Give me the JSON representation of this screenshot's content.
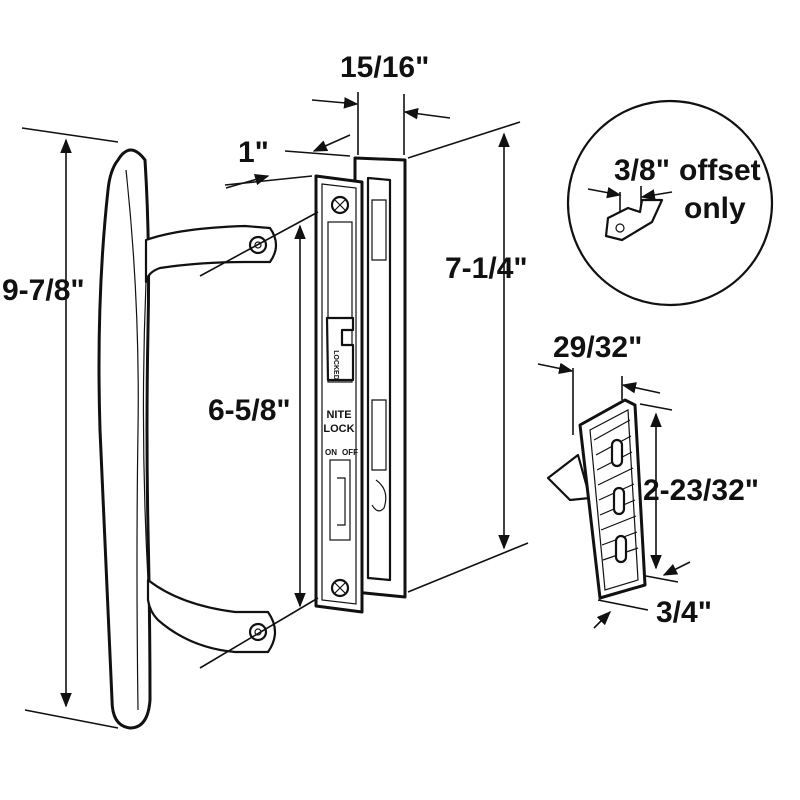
{
  "dimensions": {
    "handle_length": "9-7/8\"",
    "hole_spacing": "6-5/8\"",
    "plate_projection": "1\"",
    "plate_width": "15/16\"",
    "plate_length": "7-1/4\"",
    "keeper_width": "29/32\"",
    "keeper_length": "2-23/32\"",
    "keeper_depth": "3/4\"",
    "offset_value": "3/8\"",
    "offset_word": "offset",
    "offset_note": "only"
  },
  "plate_labels": {
    "locked": "LOCKED",
    "nite": "NITE",
    "lock": "LOCK",
    "on": "ON",
    "off": "OFF"
  },
  "colors": {
    "line": "#111111",
    "background": "#ffffff"
  }
}
